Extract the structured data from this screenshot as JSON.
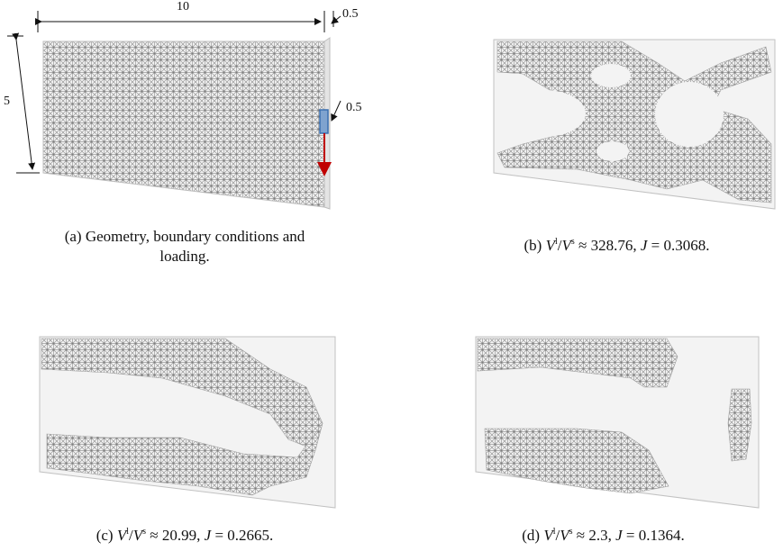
{
  "dimensions": {
    "length": "10",
    "height": "5",
    "support_depth": "0.5",
    "load_patch": "0.5"
  },
  "captions": {
    "a_line1": "(a) Geometry, boundary conditions and",
    "a_line2": "loading.",
    "b": {
      "prefix": "(b) ",
      "ratio": "328.76",
      "J": "0.3068."
    },
    "c": {
      "prefix": "(c) ",
      "ratio": "20.99",
      "J": "0.2665."
    },
    "d": {
      "prefix": "(d) ",
      "ratio": "2.3",
      "J": "0.1364."
    }
  },
  "colors": {
    "lattice": "#9a9a9a",
    "box": "#bdbdbd",
    "load_arrow": "#c00000",
    "load_patch": "#3a6fb0"
  }
}
